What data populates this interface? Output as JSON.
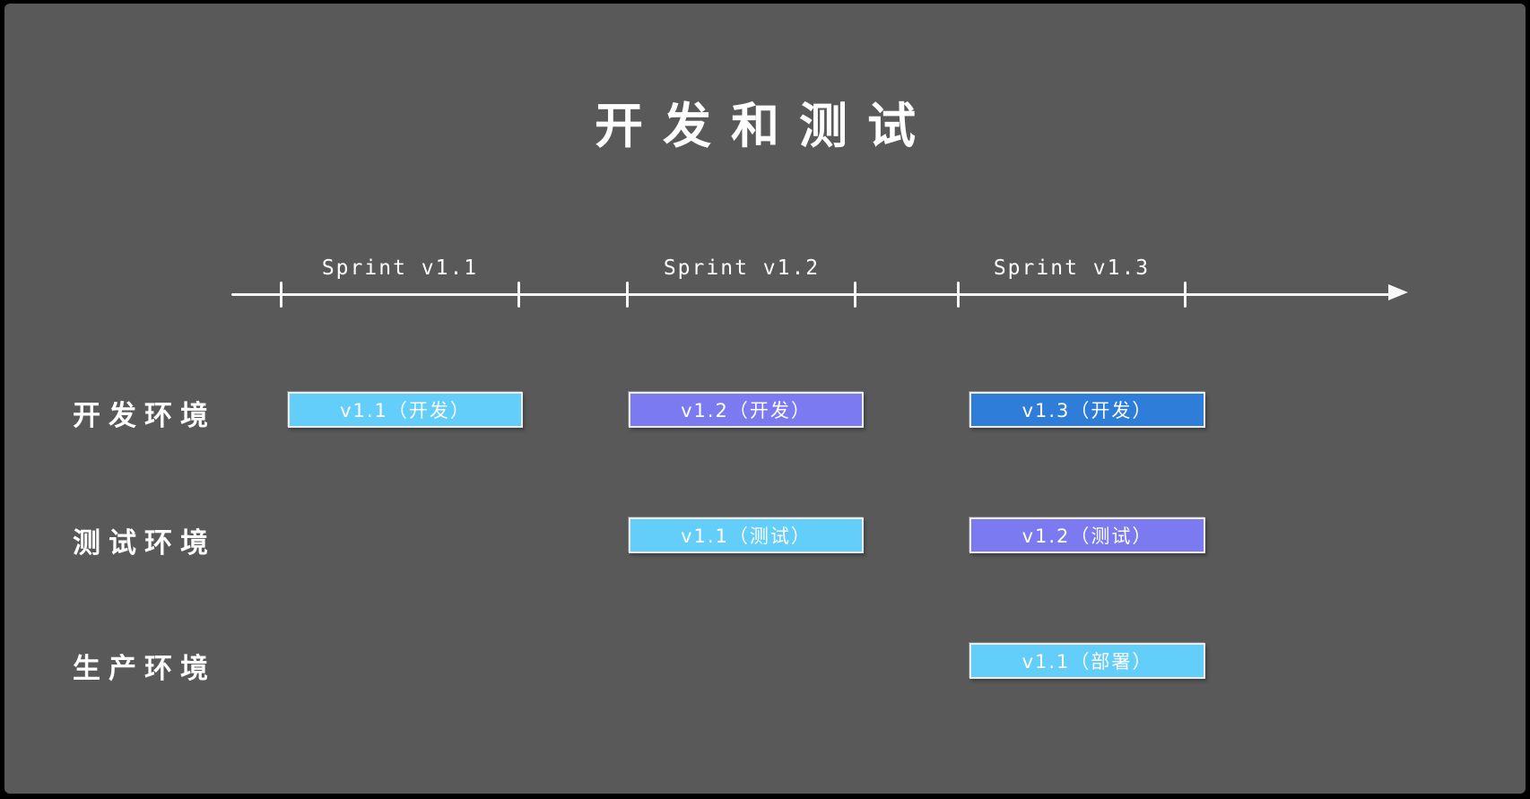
{
  "title": "开发和测试",
  "timeline": {
    "sprint_labels": [
      "Sprint v1.1",
      "Sprint v1.2",
      "Sprint v1.3"
    ]
  },
  "environments": [
    {
      "label": "开发环境",
      "boxes": [
        {
          "text": "v1.1（开发）",
          "color": "#64CEFA"
        },
        {
          "text": "v1.2（开发）",
          "color": "#7B7AF0"
        },
        {
          "text": "v1.3（开发）",
          "color": "#2E7ED9"
        }
      ]
    },
    {
      "label": "测试环境",
      "boxes": [
        {
          "text": "v1.1（测试）",
          "color": "#64CEFA"
        },
        {
          "text": "v1.2（测试）",
          "color": "#7B7AF0"
        }
      ]
    },
    {
      "label": "生产环境",
      "boxes": [
        {
          "text": "v1.1（部署）",
          "color": "#64CEFA"
        }
      ]
    }
  ],
  "colors": {
    "background": "#595959",
    "frame": "#000000",
    "stroke": "#F7F7F7",
    "light_blue": "#64CEFA",
    "periwinkle": "#7B7AF0",
    "strong_blue": "#2E7ED9"
  }
}
